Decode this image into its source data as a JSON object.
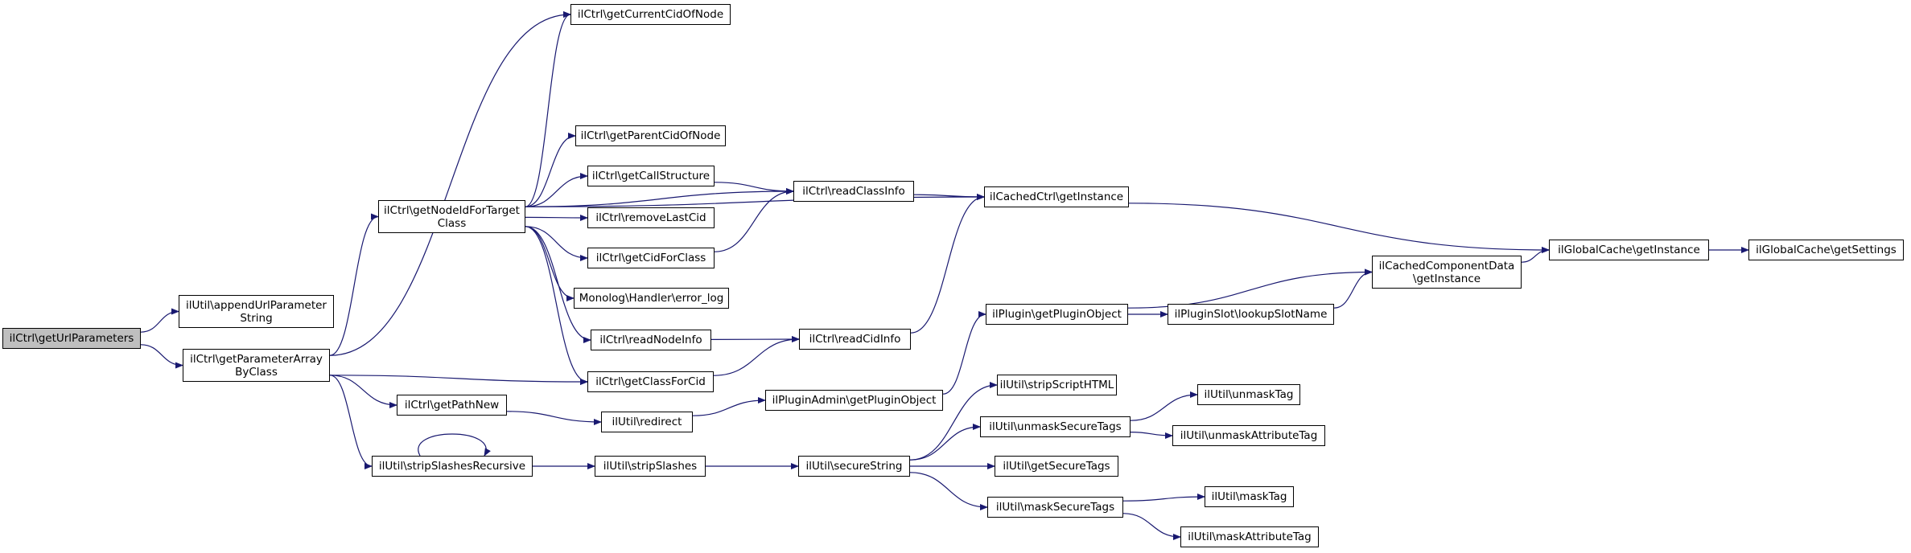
{
  "graph": {
    "root": "getUrlParameters",
    "nodes": {
      "getUrlParameters": "ilCtrl\\getUrlParameters",
      "appendUrlParameterString": "ilUtil\\appendUrlParameter\nString",
      "getParameterArrayByClass": "ilCtrl\\getParameterArray\nByClass",
      "getNodeIdForTargetClass": "ilCtrl\\getNodeIdForTarget\nClass",
      "getClassForCid": "ilCtrl\\getClassForCid",
      "getPathNew": "ilCtrl\\getPathNew",
      "stripSlashesRecursive": "ilUtil\\stripSlashesRecursive",
      "getCurrentCidOfNode": "ilCtrl\\getCurrentCidOfNode",
      "cachedCtrlGetInstance": "ilCachedCtrl\\getInstance",
      "readClassInfo": "ilCtrl\\readClassInfo",
      "getParentCidOfNode": "ilCtrl\\getParentCidOfNode",
      "getCallStructure": "ilCtrl\\getCallStructure",
      "removeLastCid": "ilCtrl\\removeLastCid",
      "getCidForClass": "ilCtrl\\getCidForClass",
      "errorLog": "Monolog\\Handler\\error_log",
      "readNodeInfo": "ilCtrl\\readNodeInfo",
      "readCidInfo": "ilCtrl\\readCidInfo",
      "globalCacheGetInstance": "ilGlobalCache\\getInstance",
      "globalCacheGetSettings": "ilGlobalCache\\getSettings",
      "cachedComponentDataGetInstance": "ilCachedComponentData\n\\getInstance",
      "getPluginObject": "ilPlugin\\getPluginObject",
      "lookupSlotName": "ilPluginSlot\\lookupSlotName",
      "redirect": "ilUtil\\redirect",
      "pluginAdminGetPluginObject": "ilPluginAdmin\\getPluginObject",
      "stripSlashes": "ilUtil\\stripSlashes",
      "secureString": "ilUtil\\secureString",
      "stripScriptHTML": "ilUtil\\stripScriptHTML",
      "unmaskSecureTags": "ilUtil\\unmaskSecureTags",
      "getSecureTags": "ilUtil\\getSecureTags",
      "maskSecureTags": "ilUtil\\maskSecureTags",
      "unmaskTag": "ilUtil\\unmaskTag",
      "unmaskAttributeTag": "ilUtil\\unmaskAttributeTag",
      "maskTag": "ilUtil\\maskTag",
      "maskAttributeTag": "ilUtil\\maskAttributeTag"
    },
    "edges": [
      [
        "getUrlParameters",
        "appendUrlParameterString"
      ],
      [
        "getUrlParameters",
        "getParameterArrayByClass"
      ],
      [
        "getParameterArrayByClass",
        "getNodeIdForTargetClass"
      ],
      [
        "getParameterArrayByClass",
        "getCurrentCidOfNode"
      ],
      [
        "getParameterArrayByClass",
        "getClassForCid"
      ],
      [
        "getParameterArrayByClass",
        "getPathNew"
      ],
      [
        "getParameterArrayByClass",
        "stripSlashesRecursive"
      ],
      [
        "getNodeIdForTargetClass",
        "getCurrentCidOfNode"
      ],
      [
        "getNodeIdForTargetClass",
        "cachedCtrlGetInstance"
      ],
      [
        "getNodeIdForTargetClass",
        "readClassInfo"
      ],
      [
        "getNodeIdForTargetClass",
        "getParentCidOfNode"
      ],
      [
        "getNodeIdForTargetClass",
        "getCallStructure"
      ],
      [
        "getNodeIdForTargetClass",
        "removeLastCid"
      ],
      [
        "getNodeIdForTargetClass",
        "getCidForClass"
      ],
      [
        "getNodeIdForTargetClass",
        "errorLog"
      ],
      [
        "getNodeIdForTargetClass",
        "readNodeInfo"
      ],
      [
        "getNodeIdForTargetClass",
        "getClassForCid"
      ],
      [
        "getCallStructure",
        "readClassInfo"
      ],
      [
        "getCidForClass",
        "readClassInfo"
      ],
      [
        "readClassInfo",
        "cachedCtrlGetInstance"
      ],
      [
        "readNodeInfo",
        "readCidInfo"
      ],
      [
        "getClassForCid",
        "readCidInfo"
      ],
      [
        "readCidInfo",
        "cachedCtrlGetInstance"
      ],
      [
        "cachedCtrlGetInstance",
        "globalCacheGetInstance"
      ],
      [
        "globalCacheGetInstance",
        "globalCacheGetSettings"
      ],
      [
        "cachedComponentDataGetInstance",
        "globalCacheGetInstance"
      ],
      [
        "getPluginObject",
        "cachedComponentDataGetInstance"
      ],
      [
        "getPluginObject",
        "lookupSlotName"
      ],
      [
        "lookupSlotName",
        "cachedComponentDataGetInstance"
      ],
      [
        "getPathNew",
        "redirect"
      ],
      [
        "redirect",
        "pluginAdminGetPluginObject"
      ],
      [
        "pluginAdminGetPluginObject",
        "getPluginObject"
      ],
      [
        "stripSlashesRecursive",
        "stripSlashesRecursive"
      ],
      [
        "stripSlashesRecursive",
        "stripSlashes"
      ],
      [
        "stripSlashes",
        "secureString"
      ],
      [
        "secureString",
        "stripScriptHTML"
      ],
      [
        "secureString",
        "unmaskSecureTags"
      ],
      [
        "secureString",
        "getSecureTags"
      ],
      [
        "secureString",
        "maskSecureTags"
      ],
      [
        "unmaskSecureTags",
        "unmaskTag"
      ],
      [
        "unmaskSecureTags",
        "unmaskAttributeTag"
      ],
      [
        "maskSecureTags",
        "maskTag"
      ],
      [
        "maskSecureTags",
        "maskAttributeTag"
      ]
    ],
    "colors": {
      "edge": "#191970",
      "root_fill": "#bfbfbf",
      "node_fill": "#ffffff",
      "node_border": "#000000"
    }
  }
}
